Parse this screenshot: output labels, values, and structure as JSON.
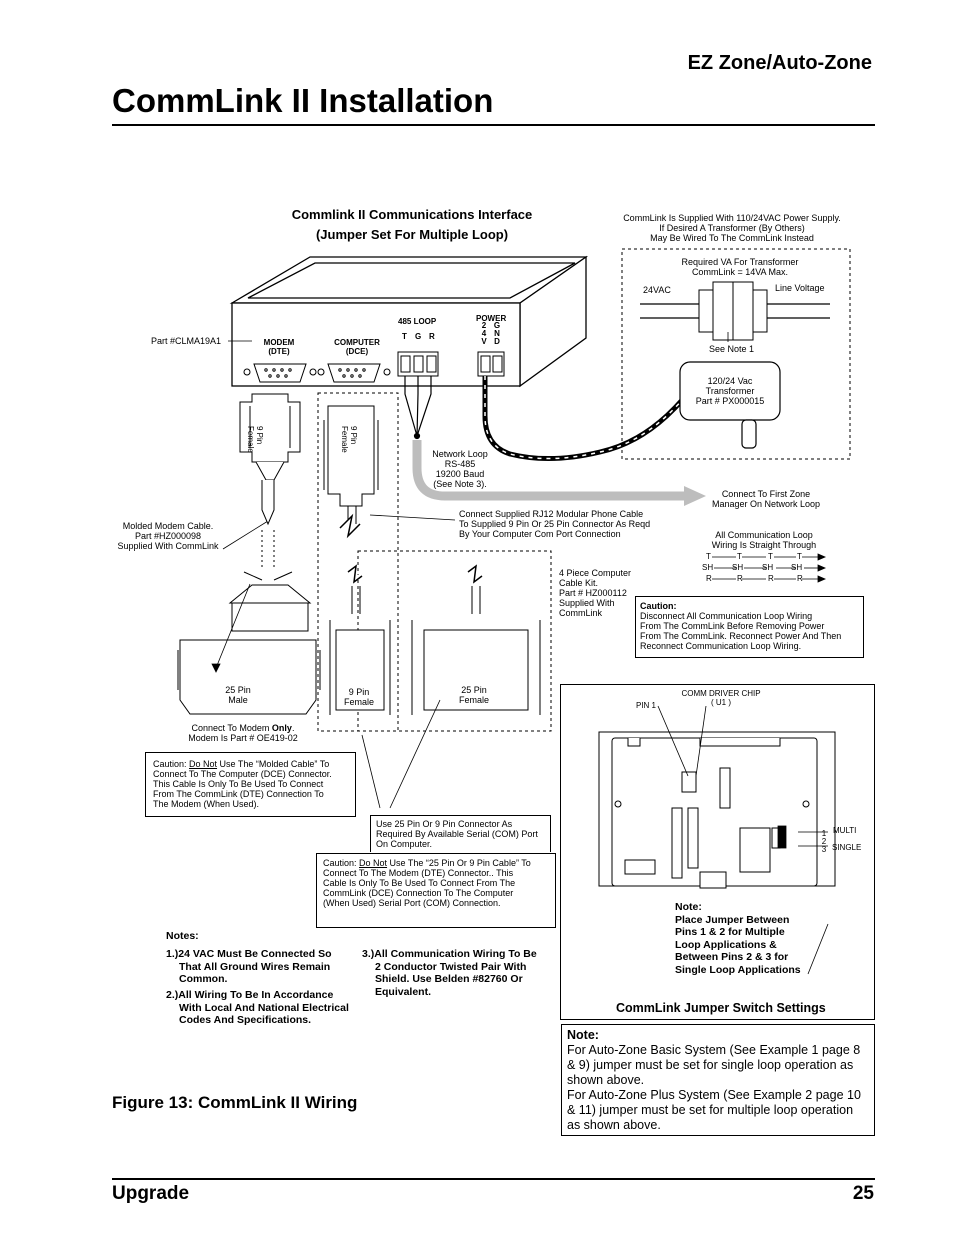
{
  "header": {
    "section": "EZ Zone/Auto-Zone",
    "title": "CommLink II Installation"
  },
  "diagram": {
    "title_line1": "Commlink II Communications Interface",
    "title_line2": "(Jumper Set For Multiple Loop)",
    "part_number": "Part #CLMA19A1",
    "modem_label_1": "MODEM",
    "modem_label_2": "(DTE)",
    "computer_label_1": "COMPUTER",
    "computer_label_2": "(DCE)",
    "loop_label": "485 LOOP",
    "loop_terms": [
      "T",
      "G",
      "R"
    ],
    "power_label": "POWER",
    "power_24v": [
      "2",
      "4",
      "V"
    ],
    "power_gnd": [
      "G",
      "N",
      "D"
    ],
    "supply_note": [
      "CommLink Is Supplied With 110/24VAC Power Supply.",
      "If Desired A Transformer (By Others)",
      "May Be Wired To The CommLink Instead"
    ],
    "va_note": [
      "Required VA For Transformer",
      "CommLink = 14VA Max."
    ],
    "vac24": "24VAC",
    "line_voltage": "Line Voltage",
    "see_note1": "See Note 1",
    "transformer": [
      "120/24 Vac",
      "Transformer",
      "Part # PX000015"
    ],
    "network_loop": [
      "Network Loop",
      "RS-485",
      "19200 Baud",
      "(See Note 3)."
    ],
    "first_zone": [
      "Connect To First Zone",
      "Manager  On Network Loop"
    ],
    "rj12_note": [
      "Connect Supplied RJ12 Modular Phone Cable",
      "To Supplied 9 Pin Or 25 Pin Connector As Reqd",
      "By Your Computer Com Port Connection"
    ],
    "molded_cable": [
      "Molded Modem Cable.",
      "Part #HZ000098",
      "Supplied With CommLink"
    ],
    "nine_pin_female": "9 Pin Female",
    "loop_wiring_title": [
      "All Communication  Loop",
      "Wiring Is Straight Through"
    ],
    "loop_rows": [
      "T",
      "SH",
      "R"
    ],
    "kit": [
      "4 Piece Computer",
      "Cable Kit.",
      "Part # HZ000112",
      "Supplied With",
      "CommLink"
    ],
    "caution_loop": [
      "Caution:",
      "Disconnect All Communication Loop Wiring",
      "From The CommLink Before Removing Power",
      "From The CommLink. Reconnect Power And Then",
      "Reconnect Communication Loop Wiring."
    ],
    "pin25_male": [
      "25 Pin",
      "Male"
    ],
    "pin9_female": [
      "9 Pin",
      "Female"
    ],
    "pin25_female": [
      "25 Pin",
      "Female"
    ],
    "modem_only_1a": "Connect To Modem ",
    "modem_only_1b": "Only",
    "modem_only_1c": ".",
    "modem_only_2": "Modem Is Part # OE419-02",
    "caution_molded_a": "Caution:  ",
    "caution_molded_b": "Do Not",
    "caution_molded_c": " Use The “Molded Cable” To",
    "caution_molded_rest": [
      "Connect To The Computer (DCE) Connector.",
      "This Cable Is Only To Be Used To Connect",
      "From The CommLink (DTE) Connection To",
      "The Modem (When Used)."
    ],
    "use25": [
      "Use 25 Pin Or 9 Pin Connector As",
      "Required By Available Serial (COM) Port",
      "On Computer."
    ],
    "caution_pin_a": "Caution:  ",
    "caution_pin_b": "Do Not",
    "caution_pin_c": " Use The “25 Pin Or 9 Pin Cable” To",
    "caution_pin_rest": [
      "Connect To The Modem (DTE) Connector.. This",
      "Cable Is Only To Be Used To Connect From The",
      "CommLink (DCE) Connection To The Computer",
      "(When Used) Serial Port (COM) Connection."
    ],
    "chip_label": [
      "COMM DRIVER CHIP",
      "( U1 )"
    ],
    "pin1": "PIN 1",
    "multi": "MULTI",
    "single": "SINGLE",
    "jumper_nums": [
      "1",
      "2",
      "3"
    ],
    "jumper_note": [
      "Note:",
      "Place Jumper Between",
      "Pins 1 & 2 for Multiple",
      "Loop Applications &",
      "Between Pins 2 & 3 for",
      "Single Loop Applications"
    ],
    "jumper_caption": "CommLink Jumper Switch Settings"
  },
  "notes": {
    "heading": "Notes:",
    "n1": [
      "1.)24 VAC Must Be Connected So",
      "That All Ground Wires Remain",
      "Common."
    ],
    "n2": [
      "2.)All Wiring To Be In Accordance",
      "With Local And National Electrical",
      "Codes And Specifications."
    ],
    "n3": [
      "3.)All Communication Wiring To Be",
      "2 Conductor Twisted Pair With",
      "Shield. Use Belden #82760 Or",
      "Equivalent."
    ]
  },
  "figure_caption": "Figure 13: CommLink II Wiring",
  "auto_note": {
    "heading": "Note:",
    "lines": [
      "For Auto-Zone Basic System (See Example 1 page 8",
      "& 9) jumper must be set for single loop operation as",
      "shown above.",
      "For Auto-Zone Plus System (See Example 2 page 10",
      "& 11) jumper must be set for multiple loop operation",
      "as shown above."
    ]
  },
  "footer": {
    "left": "Upgrade",
    "page": "25"
  }
}
